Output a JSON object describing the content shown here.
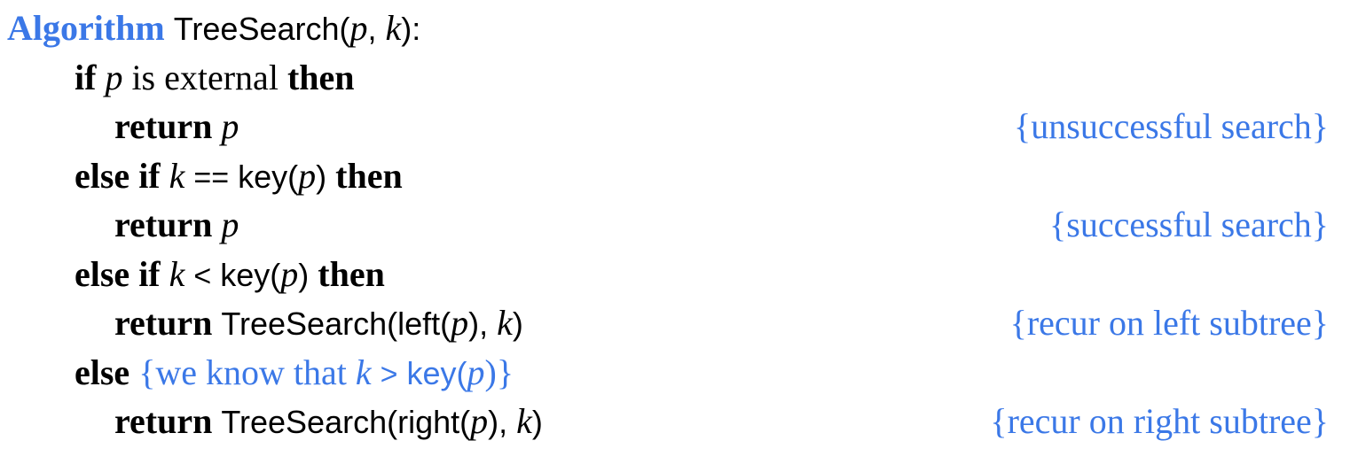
{
  "header": {
    "keyword": "Algorithm",
    "name": "TreeSearch",
    "open": "(",
    "param1": "p",
    "sep": ",",
    "param2": "k",
    "close": "):"
  },
  "lines": {
    "l1": {
      "kw1": "if",
      "var": "p",
      "text": "is external",
      "kw2": "then"
    },
    "l2": {
      "kw": "return",
      "var": "p",
      "comment": "{unsuccessful search}"
    },
    "l3": {
      "kw1": "else if",
      "var": "k",
      "op": "==",
      "fn": "key(",
      "arg": "p",
      "close": ")",
      "kw2": "then"
    },
    "l4": {
      "kw": "return",
      "var": "p",
      "comment": "{successful search}"
    },
    "l5": {
      "kw1": "else if",
      "var": "k",
      "op": "<",
      "fn": "key(",
      "arg": "p",
      "close": ")",
      "kw2": "then"
    },
    "l6": {
      "kw": "return",
      "fn": "TreeSearch(left(",
      "arg1": "p",
      "mid": "),",
      "arg2": "k",
      "close": ")",
      "comment": "{recur on left subtree}"
    },
    "l7": {
      "kw": "else",
      "c_open": "{we know that",
      "c_var": "k",
      "c_op": ">",
      "c_fn": "key(",
      "c_arg": "p",
      "c_close": ")}"
    },
    "l8": {
      "kw": "return",
      "fn": "TreeSearch(right(",
      "arg1": "p",
      "mid": "),",
      "arg2": "k",
      "close": ")",
      "comment": "{recur on right subtree}"
    }
  }
}
